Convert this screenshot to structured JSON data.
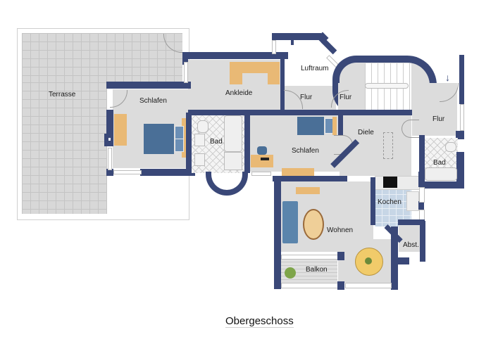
{
  "plan": {
    "title": "Obergeschoss",
    "colors": {
      "wall": "#3a4878",
      "floor": "#dcdcdc",
      "terrace_tile": "#d8d8d8",
      "furniture_wood": "#e9b975",
      "bed_blue": "#4a6f97",
      "kitchen_tile": "#c7d6e6"
    }
  },
  "rooms": {
    "terrasse": "Terrasse",
    "schlafen_1": "Schlafen",
    "ankleide": "Ankleide",
    "luftraum": "Luftraum",
    "flur_1": "Flur",
    "flur_2": "Flur",
    "flur_3": "Flur",
    "bad_1": "Bad",
    "schlafen_2": "Schlafen",
    "diele": "Diele",
    "bad_2": "Bad",
    "kochen": "Kochen",
    "wohnen": "Wohnen",
    "abst": "Abst.",
    "balkon": "Balkon"
  },
  "symbols": {
    "entrance": "↓"
  }
}
